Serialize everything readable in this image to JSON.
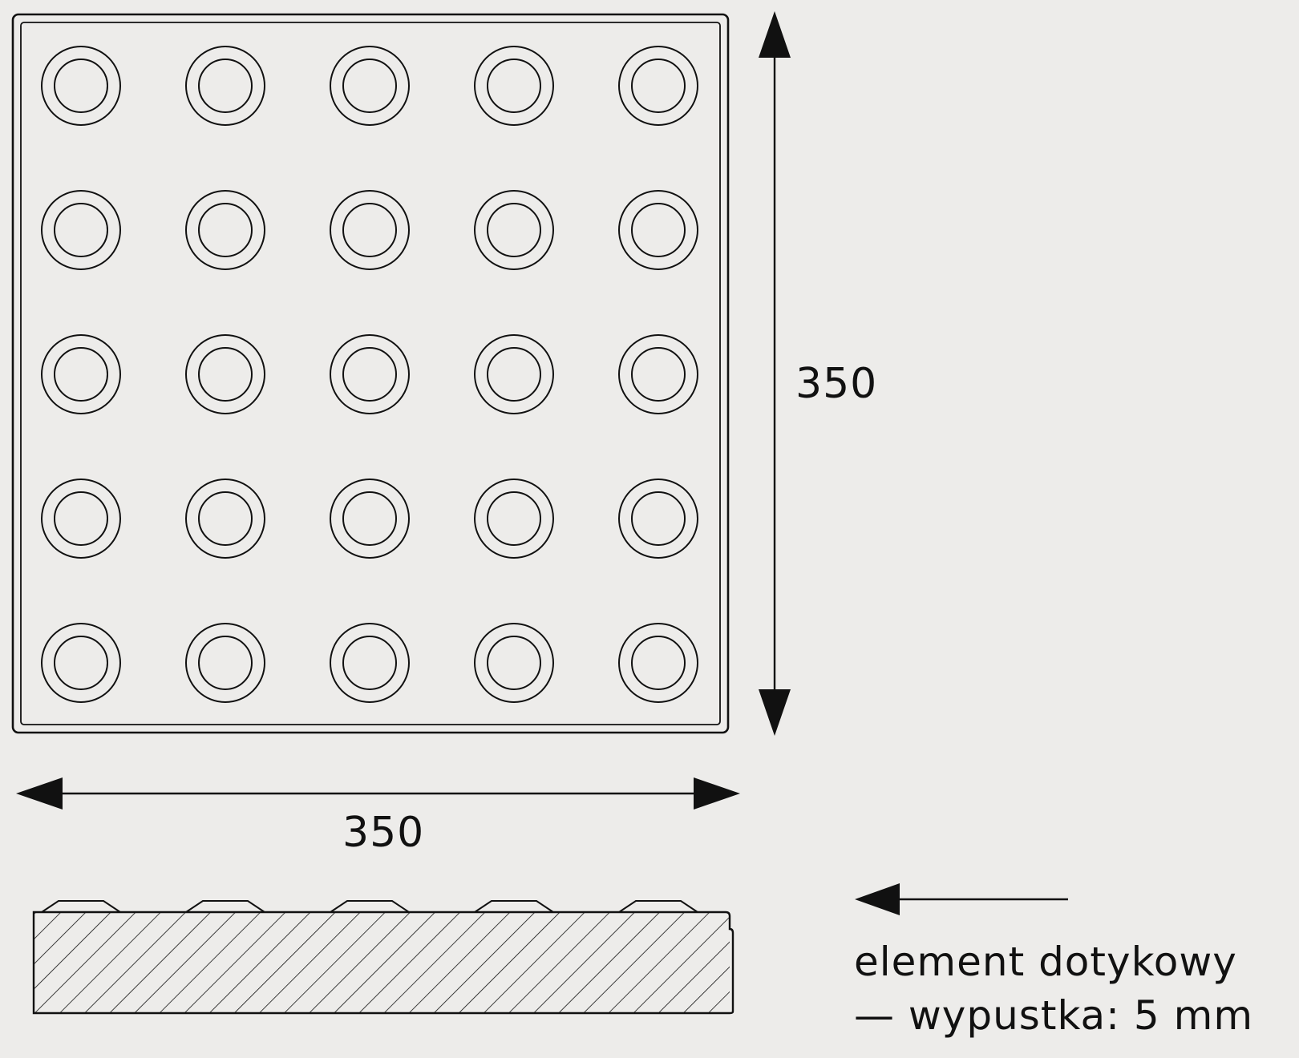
{
  "dimensions": {
    "height_label": "350",
    "width_label": "350"
  },
  "tile": {
    "dot_rows": 5,
    "dot_columns": 5
  },
  "legend": {
    "line1": "element dotykowy",
    "line2": "— wypustka: 5 mm"
  },
  "colors": {
    "background": "#edecea",
    "stroke": "#111111"
  }
}
